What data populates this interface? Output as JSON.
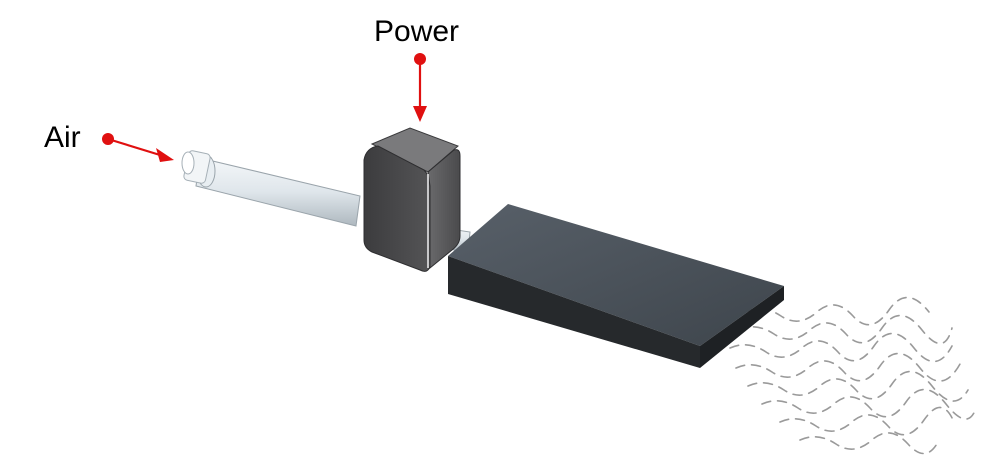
{
  "labels": {
    "power": "Power",
    "air": "Air"
  },
  "colors": {
    "arrow": "#e01010",
    "background": "#ffffff",
    "housing": "#5a5a5c",
    "nozzle_top": "#4a5158",
    "nozzle_side": "#2a2d30",
    "tube": "#e6ecf0",
    "airflow_lines": "#9a9a9a"
  },
  "icons": {
    "power_input": "red-dot-arrow-down",
    "air_input": "red-dot-arrow-right",
    "airflow": "dashed-wavy-lines"
  }
}
